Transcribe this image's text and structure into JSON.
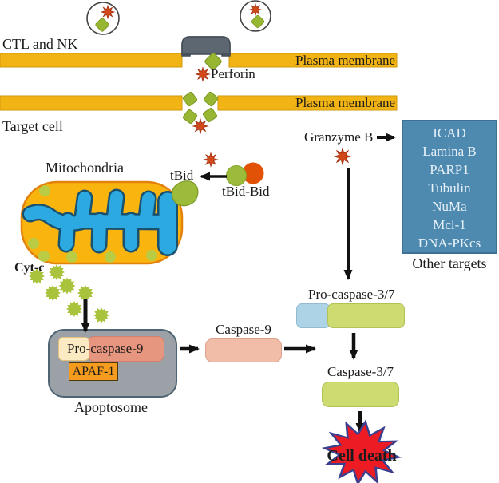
{
  "title": "Perforin / Granzyme B apoptosis pathway diagram",
  "labels": {
    "ctl_nk": "CTL and NK",
    "plasma_membrane_top": "Plasma membrane",
    "plasma_membrane_bottom": "Plasma membrane",
    "perforin": "Perforin",
    "target_cell": "Target cell",
    "mitochondria": "Mitochondria",
    "tbid": "tBid",
    "tbid_bid": "tBid-Bid",
    "granzyme_b": "Granzyme B",
    "cyt_c": "Cyt-c",
    "other_targets": "Other targets",
    "pro_caspase_37": "Pro-caspase-3/7",
    "caspase_9": "Caspase-9",
    "pro_caspase_9": "Pro-caspase-9",
    "apaf_1": "APAF-1",
    "apoptosome": "Apoptosome",
    "caspase_37": "Caspase-3/7",
    "cell_death": "Cell death"
  },
  "granzyme_targets": [
    "ICAD",
    "Lamina B",
    "PARP1",
    "Tubulin",
    "NuMa",
    "Mcl-1",
    "DNA-PKcs"
  ],
  "colors": {
    "membrane_yellow": "#F2B414",
    "channel_gray": "#5C6771",
    "granule_green": "#97B733",
    "star_red": "#D2481A",
    "targets_box_blue": "#4E89B0",
    "mitochondria_orange": "#F9B40E",
    "cristae_blue": "#2BA9E0",
    "apoptosome_gray": "#9BA1A6",
    "apaf_orange": "#F59C1E",
    "pro_caspase9_salmon": "#E6957F",
    "caspase9_salmon": "#F1BCA8",
    "caspase37_green": "#CDDB70",
    "pro_caspase37_blue": "#ADD3E6",
    "cream": "#FCEAC2",
    "cell_death_red": "#EC1B24",
    "cell_death_outline": "#3A3F8F"
  }
}
